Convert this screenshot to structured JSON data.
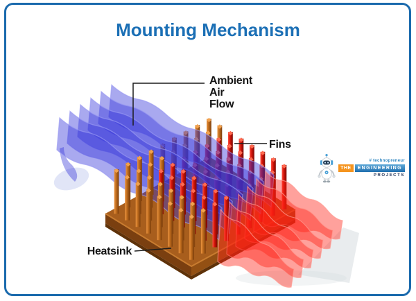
{
  "frame": {
    "background": "#ffffff",
    "border_color": "#1a6aad"
  },
  "title": {
    "text": "Mounting Mechanism",
    "color": "#1b6fb5"
  },
  "labels": {
    "ambient": {
      "line1": "Ambient",
      "line2": "Air",
      "line3": "Flow"
    },
    "fins": "Fins",
    "heatsink": "Heatsink"
  },
  "logo": {
    "tagline": "# technopreneur",
    "word_the": "THE",
    "word_engineering": "ENGINEERING",
    "word_projects": "PROJECTS",
    "colors": {
      "orange": "#f5941e",
      "blue": "#2e86c1",
      "navy": "#1c2f55"
    }
  },
  "diagram": {
    "type": "isometric-illustration",
    "subject": "pin-fin heatsink with ambient air flow entering cool (blue) and exiting heated (red)",
    "pin_grid": {
      "rows": 8,
      "cols": 9
    },
    "colors": {
      "cool_air": "#3232d8",
      "cool_air_edge": "#9a9af2",
      "hot_air": "#ff1e14",
      "hot_air_edge": "#ff9a90",
      "pin_copper_light": "#eb9440",
      "pin_copper": "#bc6a1c",
      "pin_copper_dark": "#7c3e0c",
      "pin_hot_light": "#ff5040",
      "pin_hot": "#d01208",
      "pin_hot_dark": "#7c0a04",
      "pin_cap_copper": "#f2a24e",
      "pin_cap_hot": "#ff6a50",
      "base_top": "#a85e1d",
      "base_front_left": "#7a3f10",
      "base_front_right": "#935013",
      "base_bevel": "#5f3209",
      "base_rim": "#c87c30",
      "ground_shadow": "#d4d9de",
      "cool_shadow": "#aab4e8"
    }
  }
}
